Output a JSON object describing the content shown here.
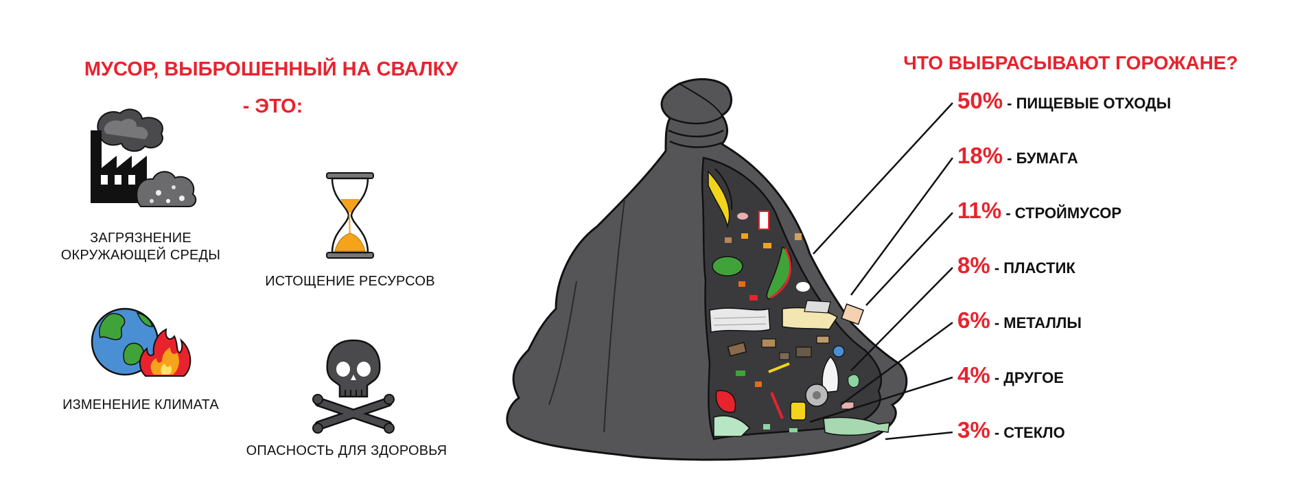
{
  "left": {
    "title_line1": "МУСОР, ВЫБРОШЕННЫЙ НА СВАЛКУ",
    "title_line2": "- ЭТО:",
    "consequences": [
      {
        "label_line1": "ЗАГРЯЗНЕНИЕ",
        "label_line2": "ОКРУЖАЮЩЕЙ СРЕДЫ",
        "icon": "factory-icon"
      },
      {
        "label_line1": "ИСТОЩЕНИЕ РЕСУРСОВ",
        "label_line2": "",
        "icon": "hourglass-icon"
      },
      {
        "label_line1": "ИЗМЕНЕНИЕ КЛИМАТА",
        "label_line2": "",
        "icon": "burning-earth-icon"
      },
      {
        "label_line1": "ОПАСНОСТЬ ДЛЯ ЗДОРОВЬЯ",
        "label_line2": "",
        "icon": "skull-crossbones-icon"
      }
    ]
  },
  "right": {
    "title": "ЧТО ВЫБРАСЫВАЮТ ГОРОЖАНЕ?"
  },
  "colors": {
    "accent": "#e8232e",
    "bag": "#555557",
    "text": "#111111"
  },
  "chart_data": {
    "type": "bar",
    "title": "ЧТО ВЫБРАСЫВАЮТ ГОРОЖАНЕ?",
    "categories": [
      "ПИЩЕВЫЕ ОТХОДЫ",
      "БУМАГА",
      "СТРОЙМУСОР",
      "ПЛАСТИК",
      "МЕТАЛЛЫ",
      "ДРУГОЕ",
      "СТЕКЛО"
    ],
    "values": [
      50,
      18,
      11,
      8,
      6,
      4,
      3
    ],
    "percent_labels": [
      "50%",
      "18%",
      "11%",
      "8%",
      "6%",
      "4%",
      "3%"
    ],
    "label_prefix": " - "
  }
}
